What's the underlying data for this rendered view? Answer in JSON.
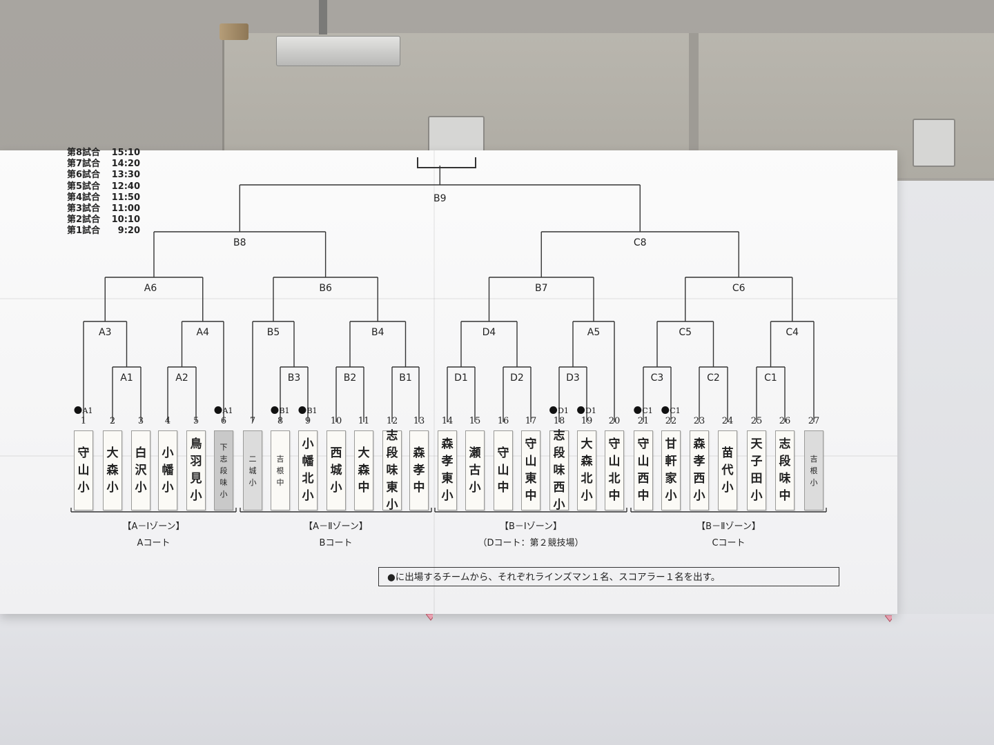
{
  "schedule": [
    {
      "label": "第8試合",
      "time": "15:10"
    },
    {
      "label": "第7試合",
      "time": "14:20"
    },
    {
      "label": "第6試合",
      "time": "13:30"
    },
    {
      "label": "第5試合",
      "time": "12:40"
    },
    {
      "label": "第4試合",
      "time": "11:50"
    },
    {
      "label": "第3試合",
      "time": "11:00"
    },
    {
      "label": "第2試合",
      "time": "10:10"
    },
    {
      "label": "第1試合",
      "time": "9:20"
    }
  ],
  "matches": {
    "B9": "B9",
    "B8": "B8",
    "C8": "C8",
    "A6": "A6",
    "B6": "B6",
    "B7": "B7",
    "C6": "C6",
    "A3": "A3",
    "A4": "A4",
    "B5": "B5",
    "B4": "B4",
    "D4": "D4",
    "A5": "A5",
    "C5": "C5",
    "C4": "C4",
    "A1": "A1",
    "A2": "A2",
    "B3": "B3",
    "B2": "B2",
    "B1": "B1",
    "D1": "D1",
    "D2": "D2",
    "D3": "D3",
    "C3": "C3",
    "C2": "C2",
    "C1": "C1"
  },
  "teams": [
    {
      "num": "1",
      "name": "守山小"
    },
    {
      "num": "2",
      "name": "大森小"
    },
    {
      "num": "3",
      "name": "白沢小"
    },
    {
      "num": "4",
      "name": "小幡小"
    },
    {
      "num": "5",
      "name": "鳥羽見小"
    },
    {
      "num": "6",
      "name": "下志段味小"
    },
    {
      "num": "7",
      "name": "二城小"
    },
    {
      "num": "8",
      "name": "吉根中"
    },
    {
      "num": "9",
      "name": "小幡北小"
    },
    {
      "num": "10",
      "name": "西城小"
    },
    {
      "num": "11",
      "name": "大森中"
    },
    {
      "num": "12",
      "name": "志段味東小"
    },
    {
      "num": "13",
      "name": "森孝中"
    },
    {
      "num": "14",
      "name": "森孝東小"
    },
    {
      "num": "15",
      "name": "瀬古小"
    },
    {
      "num": "16",
      "name": "守山中"
    },
    {
      "num": "17",
      "name": "守山東中"
    },
    {
      "num": "18",
      "name": "志段味西小"
    },
    {
      "num": "19",
      "name": "大森北小"
    },
    {
      "num": "20",
      "name": "守山北中"
    },
    {
      "num": "21",
      "name": "守山西中"
    },
    {
      "num": "22",
      "name": "甘軒家小"
    },
    {
      "num": "23",
      "name": "森孝西小"
    },
    {
      "num": "24",
      "name": "苗代小"
    },
    {
      "num": "25",
      "name": "天子田小"
    },
    {
      "num": "26",
      "name": "志段味中"
    },
    {
      "num": "27",
      "name": "吉根小"
    }
  ],
  "dot_marks": [
    "A1",
    "A1",
    "B1",
    "B1",
    "D1",
    "D1",
    "C1",
    "C1"
  ],
  "zones": [
    {
      "zone": "【A－Ⅰゾーン】",
      "court": "Aコート"
    },
    {
      "zone": "【A－Ⅱゾーン】",
      "court": "Bコート"
    },
    {
      "zone": "【B－Ⅰゾーン】",
      "court": "（Dコート：第２競技場）"
    },
    {
      "zone": "【B－Ⅱゾーン】",
      "court": "Cコート"
    }
  ],
  "note": "●に出場するチームから、それぞれラインズマン１名、スコアラー１名を出す。"
}
